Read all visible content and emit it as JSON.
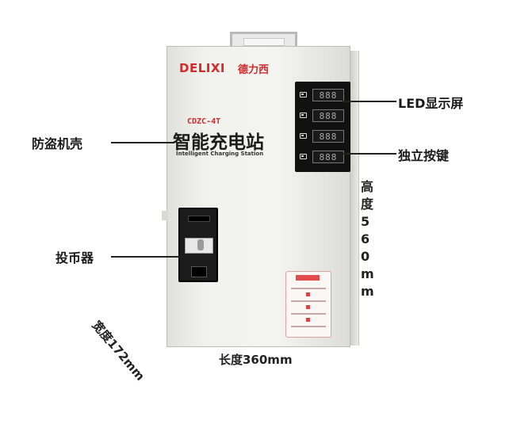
{
  "device": {
    "brand": "DELIXI",
    "brand_cn": "德力西",
    "model": "CDZC-4T",
    "product_cn": "智能充电站",
    "product_en": "Intelligent Charging Station",
    "led_rows": [
      "888",
      "888",
      "888",
      "888"
    ],
    "brand_color": "#d32a2a"
  },
  "annotations": {
    "led_screen": "LED显示屏",
    "shell": "防盗机壳",
    "buttons": "独立按键",
    "coin": "投币器"
  },
  "dimensions": {
    "height": "高度560mm",
    "width": "宽度172mm",
    "length": "长度360mm"
  }
}
